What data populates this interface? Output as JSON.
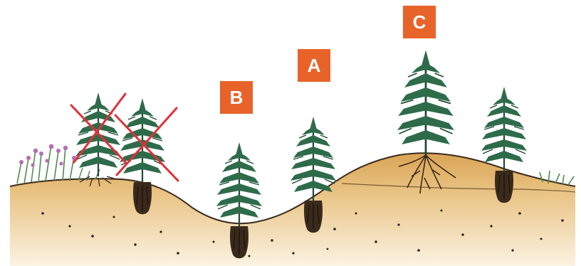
{
  "labels": {
    "a": "A",
    "b": "B",
    "c": "C"
  },
  "colors": {
    "label_bg": "#e8632a",
    "label_text": "#ffffff",
    "soil_surface": "#d9a455",
    "soil_deep": "#f1d9a6",
    "tree": "#2e6b4a",
    "roots": "#3a2a1c",
    "cross": "#e0313a",
    "heather": "#b26fb5",
    "grass": "#4f8c4a"
  },
  "icons": {
    "crossed_out_trees": "red-x-mark",
    "containerized_seedlings": "root-plug",
    "bare_root_seedling": "spread-roots"
  }
}
